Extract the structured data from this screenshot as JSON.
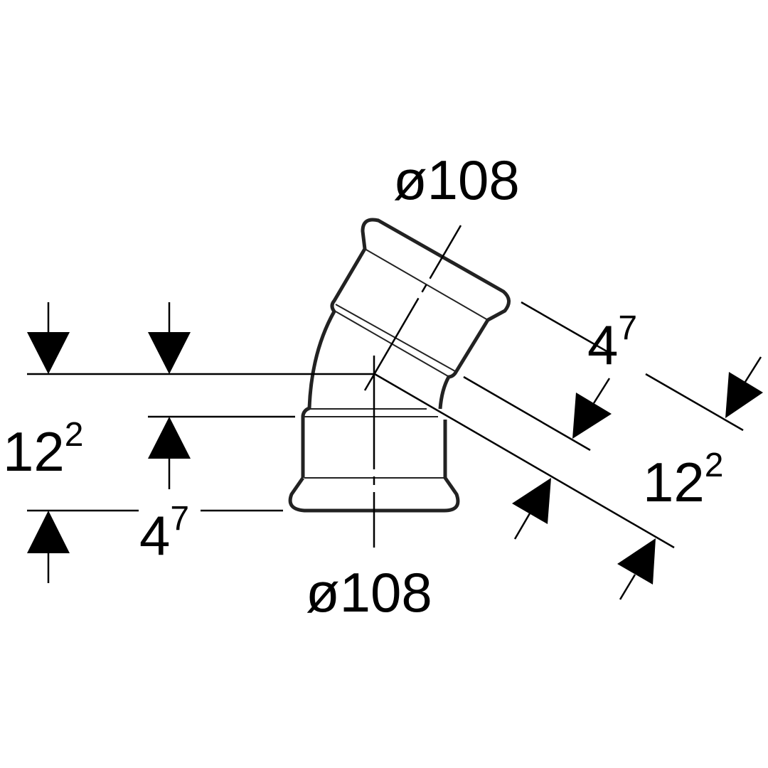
{
  "drawing": {
    "top_diameter": "ø108",
    "bottom_diameter": "ø108",
    "left_height": {
      "base": "12",
      "sup": "2"
    },
    "left_insert": {
      "base": "4",
      "sup": "7"
    },
    "right_insert": {
      "base": "4",
      "sup": "7"
    },
    "right_length": {
      "base": "12",
      "sup": "2"
    }
  },
  "colors": {
    "stroke": "#222222",
    "background": "#ffffff"
  }
}
